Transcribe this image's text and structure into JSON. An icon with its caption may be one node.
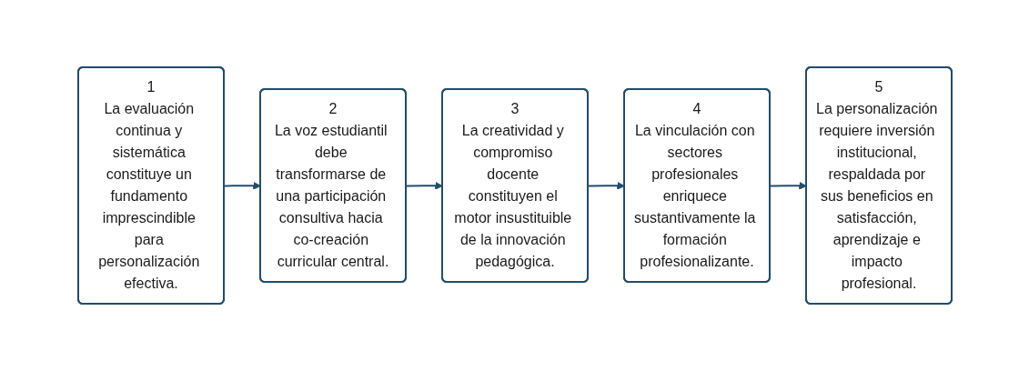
{
  "diagram": {
    "nodes": [
      {
        "text": [
          "1",
          "La evaluación continua y sistemática constituye un fundamento imprescindible para personalización efectiva."
        ]
      },
      {
        "text": [
          "2",
          "La voz estudiantil debe transformarse de una participación consultiva hacia co-creación curricular central."
        ]
      },
      {
        "text": [
          "3",
          "La creatividad y compromiso docente constituyen el motor insustituible de la innovación pedagógica."
        ]
      },
      {
        "text": [
          "4",
          "La vinculación con sectores profesionales enriquece sustantivamente la formación profesionalizante."
        ]
      },
      {
        "text": [
          "5",
          "La personalización requiere inversión institucional, respaldada por sus beneficios en satisfacción, aprendizaje e impacto profesional."
        ]
      }
    ],
    "edges": [
      {
        "from": 0,
        "to": 1,
        "arrow": "to"
      },
      {
        "from": 1,
        "to": 2,
        "arrow": "to"
      },
      {
        "from": 2,
        "to": 3,
        "arrow": "to"
      },
      {
        "from": 3,
        "to": 4,
        "arrow": "to"
      }
    ]
  }
}
